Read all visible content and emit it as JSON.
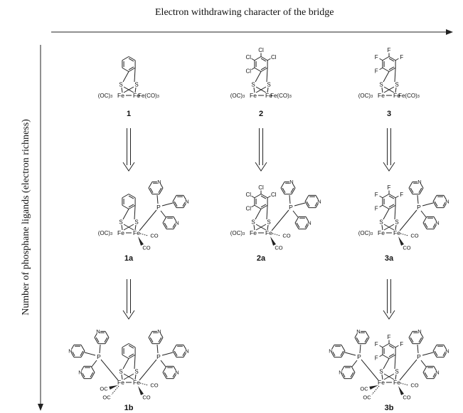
{
  "axes": {
    "x_title": "Electron withdrawing character of the bridge",
    "y_title": "Number of phosphane ligands (electron richness)"
  },
  "atoms": {
    "S": "S",
    "Fe": "Fe",
    "P": "P",
    "N": "N",
    "CO": "CO",
    "OC": "OC",
    "Cl": "Cl",
    "F": "F"
  },
  "fragments": {
    "left_fe": "(OC)",
    "sub3": "3",
    "right_fe": "Fe(CO)"
  },
  "compounds": [
    {
      "id": "1",
      "bridge": "benzene",
      "phosphanes": 0
    },
    {
      "id": "2",
      "bridge": "tetrachlorobenzene",
      "phosphanes": 0
    },
    {
      "id": "3",
      "bridge": "tetrafluorobenzene",
      "phosphanes": 0
    },
    {
      "id": "1a",
      "bridge": "benzene",
      "phosphanes": 1
    },
    {
      "id": "2a",
      "bridge": "tetrachlorobenzene",
      "phosphanes": 1
    },
    {
      "id": "3a",
      "bridge": "tetrafluorobenzene",
      "phosphanes": 1
    },
    {
      "id": "1b",
      "bridge": "benzene",
      "phosphanes": 2
    },
    {
      "id": "3b",
      "bridge": "tetrafluorobenzene",
      "phosphanes": 2
    }
  ]
}
